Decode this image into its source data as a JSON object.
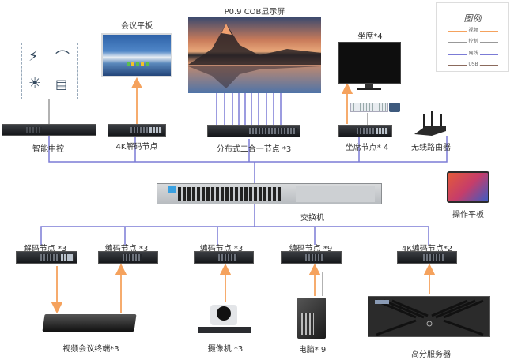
{
  "legend": {
    "title": "图例",
    "items": [
      {
        "label": "视频",
        "color": "#f5a25d"
      },
      {
        "label": "控制",
        "color": "#999999"
      },
      {
        "label": "网线",
        "color": "#7b7bd6"
      },
      {
        "label": "USB",
        "color": "#8b6a5c"
      }
    ]
  },
  "devices": {
    "led_screen": "P0.9 COB显示屏",
    "meeting_tablet": "会议平板",
    "seat_monitor": "坐席*4",
    "smart_control": "智能中控",
    "decoder_4k": "4K解码节点",
    "distributed_node": "分布式二合一节点 *3",
    "seat_node": "坐席节点* 4",
    "wireless_router": "无线路由器",
    "switch": "交换机",
    "operation_tablet": "操作平板",
    "decoder_node": "解码节点 *3",
    "encoder_node_a": "编码节点 *3",
    "encoder_node_b": "编码节点 *3",
    "encoder_node_c": "编码节点 *9",
    "encoder_4k": "4K编码节点*2",
    "video_conf_terminal": "视频会议终端*3",
    "camera": "摄像机 *3",
    "computer": "电脑* 9",
    "hd_server": "高分服务器"
  }
}
